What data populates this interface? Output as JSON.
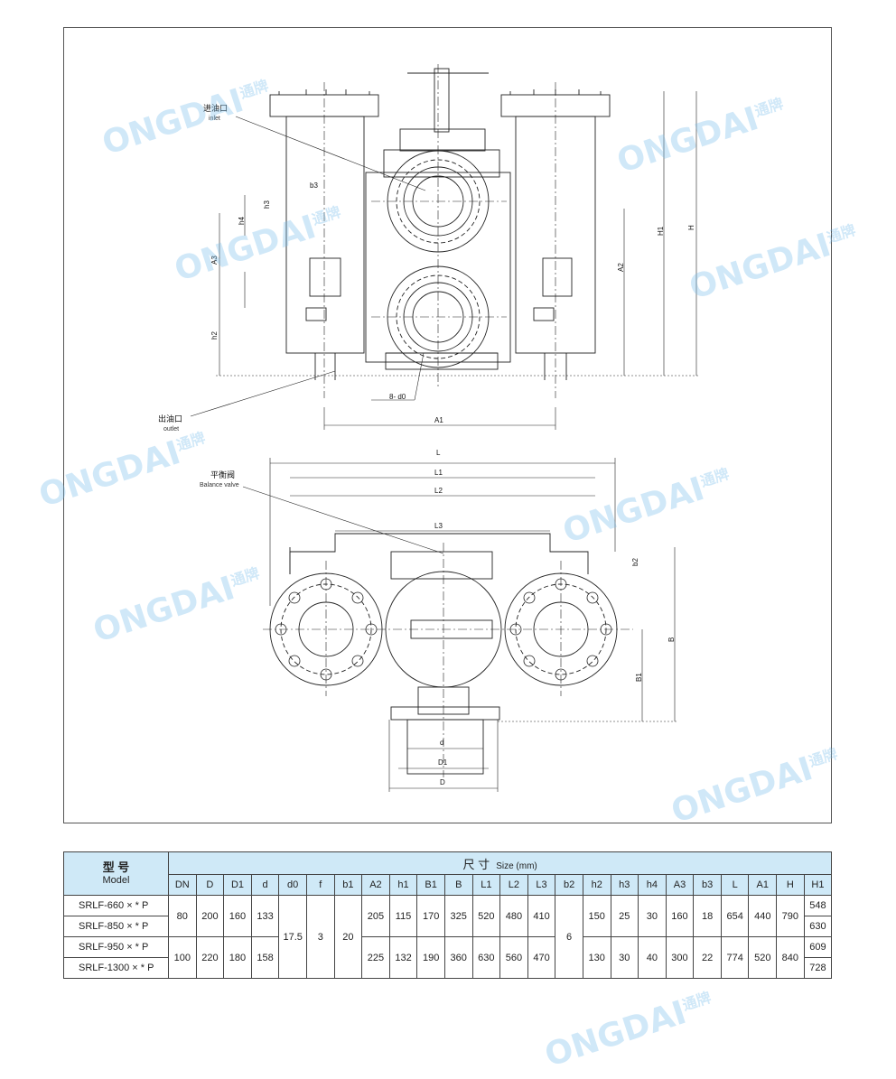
{
  "labels": {
    "inlet_zh": "进油口",
    "inlet_en": "inlet",
    "outlet_zh": "出油口",
    "outlet_en": "outlet",
    "balance_zh": "平衡阀",
    "balance_en": "Balance valve"
  },
  "dims": {
    "A1": "A1",
    "A2": "A2",
    "A3": "A3",
    "H": "H",
    "H1": "H1",
    "h2": "h2",
    "h3": "h3",
    "h4": "h4",
    "b3": "b3",
    "d0": "8- d0",
    "L": "L",
    "L1": "L1",
    "L2": "L2",
    "L3": "L3",
    "b2": "b2",
    "B": "B",
    "B1": "B1",
    "d": "d",
    "D1": "D1",
    "D": "D"
  },
  "table": {
    "model_zh": "型 号",
    "model_en": "Model",
    "size_zh": "尺 寸",
    "size_en": "Size (mm)",
    "columns": [
      "DN",
      "D",
      "D1",
      "d",
      "d0",
      "f",
      "b1",
      "A2",
      "h1",
      "B1",
      "B",
      "L1",
      "L2",
      "L3",
      "b2",
      "h2",
      "h3",
      "h4",
      "A3",
      "b3",
      "L",
      "A1",
      "H",
      "H1"
    ],
    "models": [
      "SRLF-660 × * P",
      "SRLF-850 × * P",
      "SRLF-950 × * P",
      "SRLF-1300 × * P"
    ],
    "group1": [
      "80",
      "200",
      "160",
      "133",
      "205",
      "115",
      "170",
      "325",
      "520",
      "480",
      "410",
      "150",
      "25",
      "30",
      "160",
      "18",
      "654",
      "440",
      "790"
    ],
    "group2": [
      "100",
      "220",
      "180",
      "158",
      "225",
      "132",
      "190",
      "360",
      "630",
      "560",
      "470",
      "130",
      "30",
      "40",
      "300",
      "22",
      "774",
      "520",
      "840"
    ],
    "shared": {
      "d0": "17.5",
      "f": "3",
      "b1": "20",
      "b2": "6"
    },
    "H1": [
      "548",
      "630",
      "609",
      "728"
    ]
  },
  "watermark": {
    "brand": "ONGDAI",
    "cn": "通牌"
  }
}
